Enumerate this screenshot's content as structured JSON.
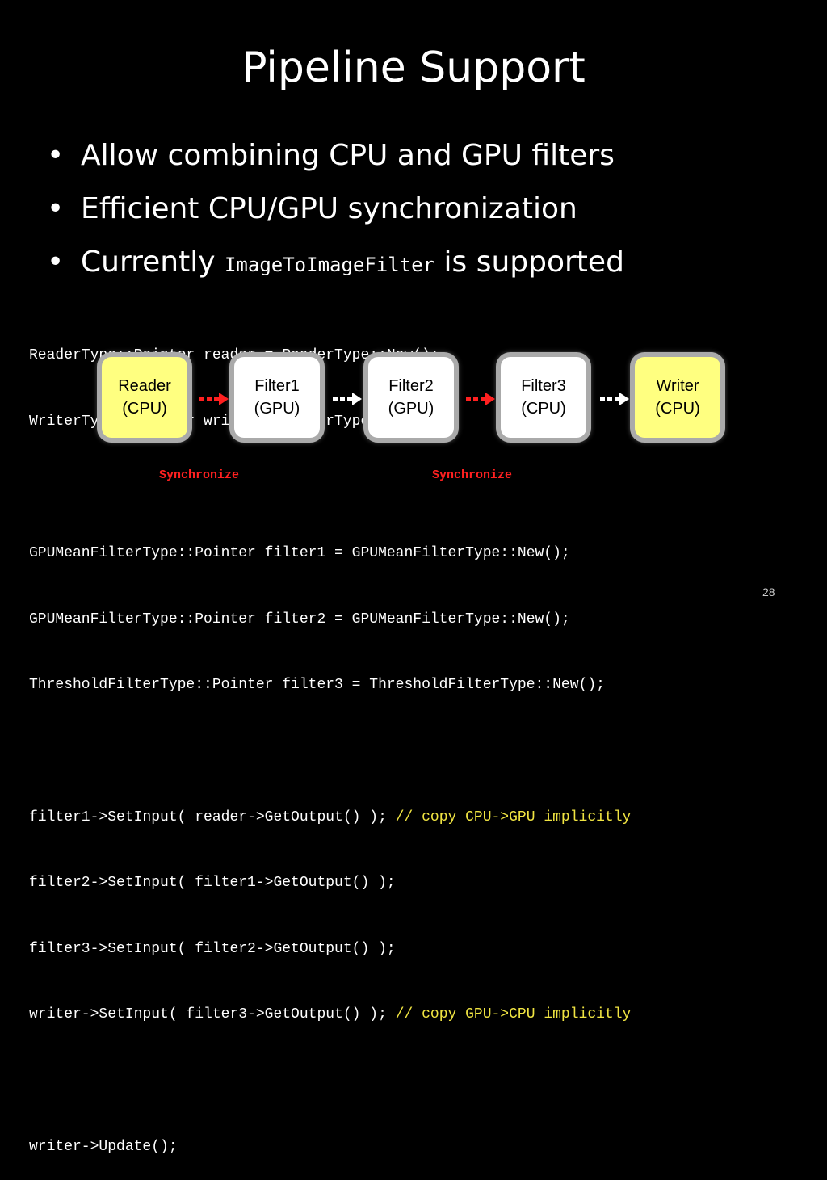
{
  "slide": {
    "title": "Pipeline Support",
    "bullets": [
      {
        "text": "Allow combining CPU and GPU filters"
      },
      {
        "text": "Efficient CPU/GPU synchronization"
      },
      {
        "before": "Currently ",
        "code": "ImageToImageFilter",
        "after": " is supported"
      }
    ],
    "bullet_glyph": "•",
    "page_number": "28"
  },
  "code": {
    "lines": [
      {
        "text": "ReaderType::Pointer reader = ReaderType::New();",
        "comment": ""
      },
      {
        "text": "WriterType::Pointer writer = WriterType::New();",
        "comment": ""
      },
      {
        "text": "",
        "comment": ""
      },
      {
        "text": "GPUMeanFilterType::Pointer filter1 = GPUMeanFilterType::New();",
        "comment": ""
      },
      {
        "text": "GPUMeanFilterType::Pointer filter2 = GPUMeanFilterType::New();",
        "comment": ""
      },
      {
        "text": "ThresholdFilterType::Pointer filter3 = ThresholdFilterType::New();",
        "comment": ""
      },
      {
        "text": "",
        "comment": ""
      },
      {
        "text": "filter1->SetInput( reader->GetOutput() ); ",
        "comment": "// copy CPU->GPU implicitly"
      },
      {
        "text": "filter2->SetInput( filter1->GetOutput() );",
        "comment": ""
      },
      {
        "text": "filter3->SetInput( filter2->GetOutput() );",
        "comment": ""
      },
      {
        "text": "writer->SetInput( filter3->GetOutput() ); ",
        "comment": "// copy GPU->CPU implicitly"
      },
      {
        "text": "",
        "comment": ""
      },
      {
        "text": "writer->Update();",
        "comment": ""
      }
    ]
  },
  "pipeline": {
    "nodes": [
      {
        "name": "Reader",
        "device": "(CPU)",
        "color": "#ffff80"
      },
      {
        "name": "Filter1",
        "device": "(GPU)",
        "color": "#ffffff"
      },
      {
        "name": "Filter2",
        "device": "(GPU)",
        "color": "#ffffff"
      },
      {
        "name": "Filter3",
        "device": "(CPU)",
        "color": "#ffffff"
      },
      {
        "name": "Writer",
        "device": "(CPU)",
        "color": "#ffff80"
      }
    ],
    "sync_labels": [
      "Synchronize",
      "Synchronize"
    ],
    "sync_color": "#ff2020",
    "arrow_color": "#ffffff"
  }
}
